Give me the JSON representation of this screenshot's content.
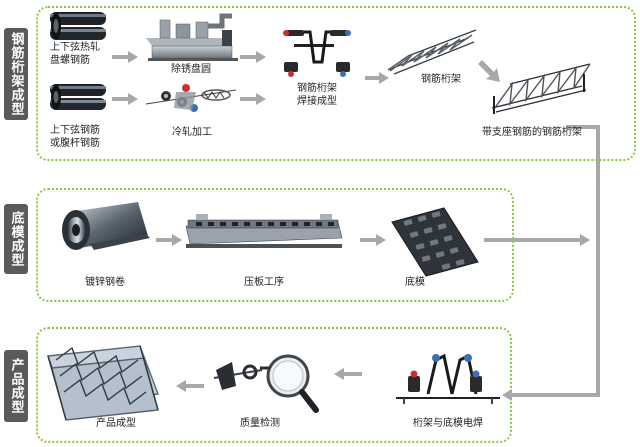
{
  "sections": [
    {
      "id": "truss",
      "label": "钢筋桁架成型"
    },
    {
      "id": "deck",
      "label": "底模成型"
    },
    {
      "id": "product",
      "label": "产品成型"
    }
  ],
  "steps": {
    "hot_rolled": "上下弦热轧\n盘螺钢筋",
    "rust_removal": "除锈盘圆",
    "truss_welding": "钢筋桁架\n焊接成型",
    "steel_truss": "钢筋桁架",
    "cold_rolled_input": "上下弦钢筋\n或腹杆钢筋",
    "cold_rolling": "冷轧加工",
    "truss_with_support": "带支座钢筋的钢筋桁架",
    "galvanized_coil": "镀锌钢卷",
    "pressing": "压板工序",
    "bottom_mold": "底模",
    "truss_deck_welding": "桁架与底模电焊",
    "quality_check": "质量检测",
    "product_forming": "产品成型"
  },
  "colors": {
    "border": "#8cc63f",
    "sidebar": "#5a5a5a",
    "arrow": "#a8a8a8",
    "text": "#222222"
  }
}
